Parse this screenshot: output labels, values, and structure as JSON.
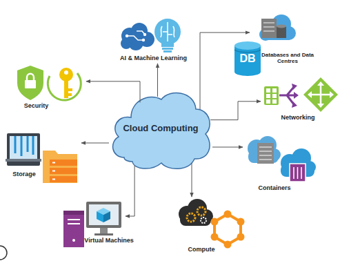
{
  "diagram": {
    "nodes": [
      {
        "text": [
          "AI & Machine Learning"
        ]
      },
      {
        "text": [
          "Databases and Data Centres"
        ]
      },
      {
        "text": [
          "Security"
        ]
      },
      {
        "text": [
          "Networking"
        ]
      },
      {
        "text": [
          "Cloud Computing"
        ]
      },
      {
        "text": [
          "Storage"
        ]
      },
      {
        "text": [
          "Containers"
        ]
      },
      {
        "text": [
          "Virtual Machines"
        ]
      },
      {
        "text": [
          "Compute"
        ]
      }
    ],
    "edges": [
      {
        "from": 4,
        "to": 0,
        "arrow": "to"
      },
      {
        "from": 4,
        "to": 1,
        "arrow": "to"
      },
      {
        "from": 4,
        "to": 2,
        "arrow": "to"
      },
      {
        "from": 4,
        "to": 3,
        "arrow": "to"
      },
      {
        "from": 4,
        "to": 5,
        "arrow": "to"
      },
      {
        "from": 4,
        "to": 6,
        "arrow": "to"
      },
      {
        "from": 4,
        "to": 7,
        "arrow": "to"
      },
      {
        "from": 4,
        "to": 8,
        "arrow": "to"
      }
    ],
    "labels": [
      "DB"
    ]
  }
}
